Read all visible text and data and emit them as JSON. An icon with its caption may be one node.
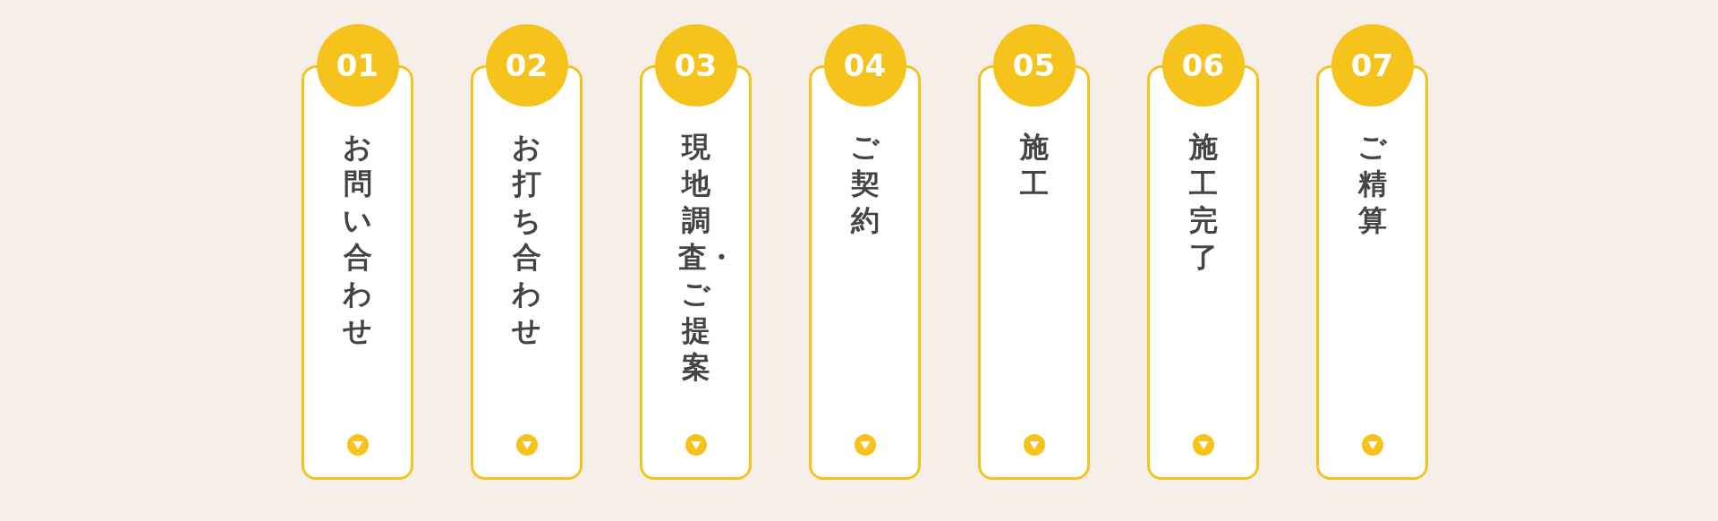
{
  "diagram": {
    "nodes": [
      {
        "text": [
          "01",
          "お問い合わせ"
        ]
      },
      {
        "text": [
          "02",
          "お打ち合わせ"
        ]
      },
      {
        "text": [
          "03",
          "現地調査・ご提案"
        ]
      },
      {
        "text": [
          "04",
          "ご契約"
        ]
      },
      {
        "text": [
          "05",
          "施工"
        ]
      },
      {
        "text": [
          "06",
          "施工完了"
        ]
      },
      {
        "text": [
          "07",
          "ご精算"
        ]
      }
    ]
  }
}
